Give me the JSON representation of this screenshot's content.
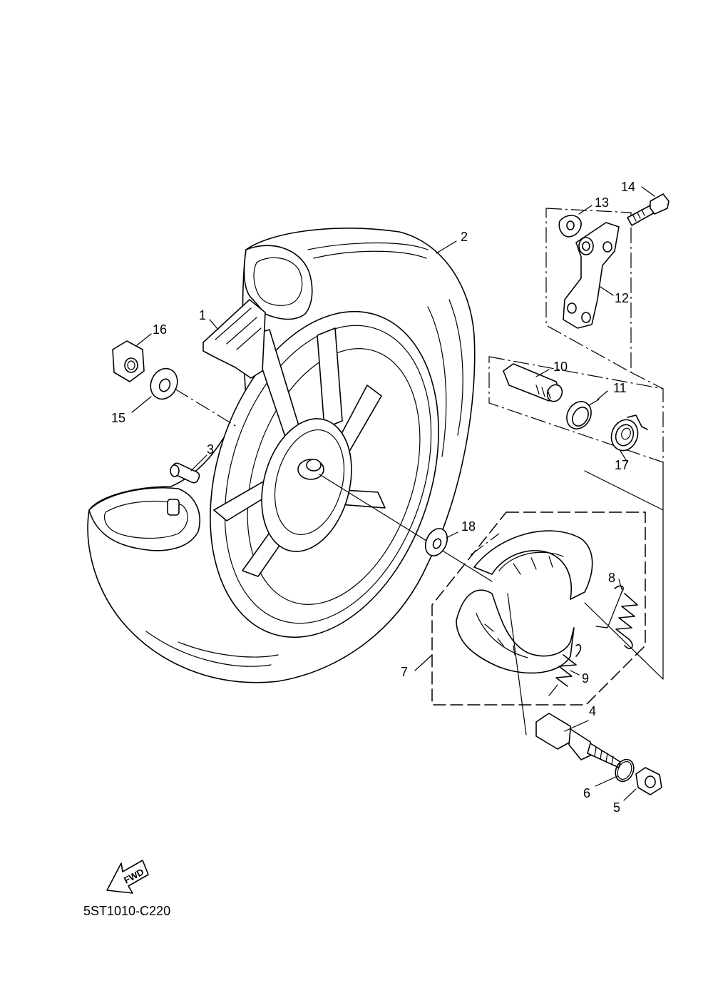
{
  "diagram": {
    "callouts": [
      {
        "id": "1",
        "label": "1"
      },
      {
        "id": "2",
        "label": "2"
      },
      {
        "id": "3",
        "label": "3"
      },
      {
        "id": "4",
        "label": "4"
      },
      {
        "id": "5",
        "label": "5"
      },
      {
        "id": "6",
        "label": "6"
      },
      {
        "id": "7",
        "label": "7"
      },
      {
        "id": "8",
        "label": "8"
      },
      {
        "id": "9",
        "label": "9"
      },
      {
        "id": "10",
        "label": "10"
      },
      {
        "id": "11",
        "label": "11"
      },
      {
        "id": "12",
        "label": "12"
      },
      {
        "id": "13",
        "label": "13"
      },
      {
        "id": "14",
        "label": "14"
      },
      {
        "id": "15",
        "label": "15"
      },
      {
        "id": "16",
        "label": "16"
      },
      {
        "id": "17",
        "label": "17"
      },
      {
        "id": "18",
        "label": "18"
      }
    ],
    "fwd_label": "FWD",
    "figure_code": "5ST1010-C220"
  }
}
